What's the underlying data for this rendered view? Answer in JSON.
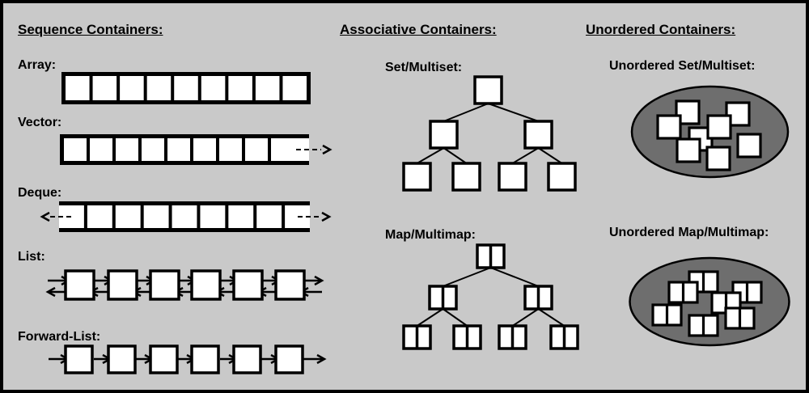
{
  "colors": {
    "background": "#c9c9c9",
    "outline": "#000000",
    "node_fill": "#ffffff",
    "bucket_fill": "#6e6e6e"
  },
  "sections": [
    {
      "id": "sequence",
      "title": "Sequence Containers:",
      "items": [
        {
          "id": "array",
          "label": "Array:",
          "kind": "cell-row",
          "cells": 9,
          "open_left": false,
          "open_right": false
        },
        {
          "id": "vector",
          "label": "Vector:",
          "kind": "cell-row",
          "cells": 9,
          "open_left": false,
          "open_right": true
        },
        {
          "id": "deque",
          "label": "Deque:",
          "kind": "cell-row",
          "cells": 9,
          "open_left": true,
          "open_right": true
        },
        {
          "id": "list",
          "label": "List:",
          "kind": "linked-nodes",
          "nodes": 6,
          "links": "bidirectional"
        },
        {
          "id": "forward-list",
          "label": "Forward-List:",
          "kind": "linked-nodes",
          "nodes": 6,
          "links": "forward"
        }
      ]
    },
    {
      "id": "associative",
      "title": "Associative Containers:",
      "items": [
        {
          "id": "set-multiset",
          "label": "Set/Multiset:",
          "kind": "binary-tree",
          "node_type": "single",
          "node_count": 7,
          "levels": 3
        },
        {
          "id": "map-multimap",
          "label": "Map/Multimap:",
          "kind": "binary-tree",
          "node_type": "pair",
          "node_count": 7,
          "levels": 3
        }
      ]
    },
    {
      "id": "unordered",
      "title": "Unordered Containers:",
      "items": [
        {
          "id": "unordered-set-multiset",
          "label": "Unordered Set/Multiset:",
          "kind": "hash-ellipse",
          "node_type": "single",
          "node_count": 8,
          "scatter": [
            [
              71,
              51
            ],
            [
              55,
              18
            ],
            [
              117,
              20
            ],
            [
              32,
              36
            ],
            [
              94,
              36
            ],
            [
              131,
              59
            ],
            [
              56,
              65
            ],
            [
              93,
              75
            ]
          ]
        },
        {
          "id": "unordered-map-multimap",
          "label": "Unordered Map/Multimap:",
          "kind": "hash-ellipse",
          "node_type": "pair",
          "node_count": 7,
          "scatter": [
            [
              73,
              17
            ],
            [
              48,
              30
            ],
            [
              127,
              30
            ],
            [
              101,
              43
            ],
            [
              28,
              58
            ],
            [
              118,
              62
            ],
            [
              73,
              71
            ]
          ]
        }
      ]
    }
  ]
}
